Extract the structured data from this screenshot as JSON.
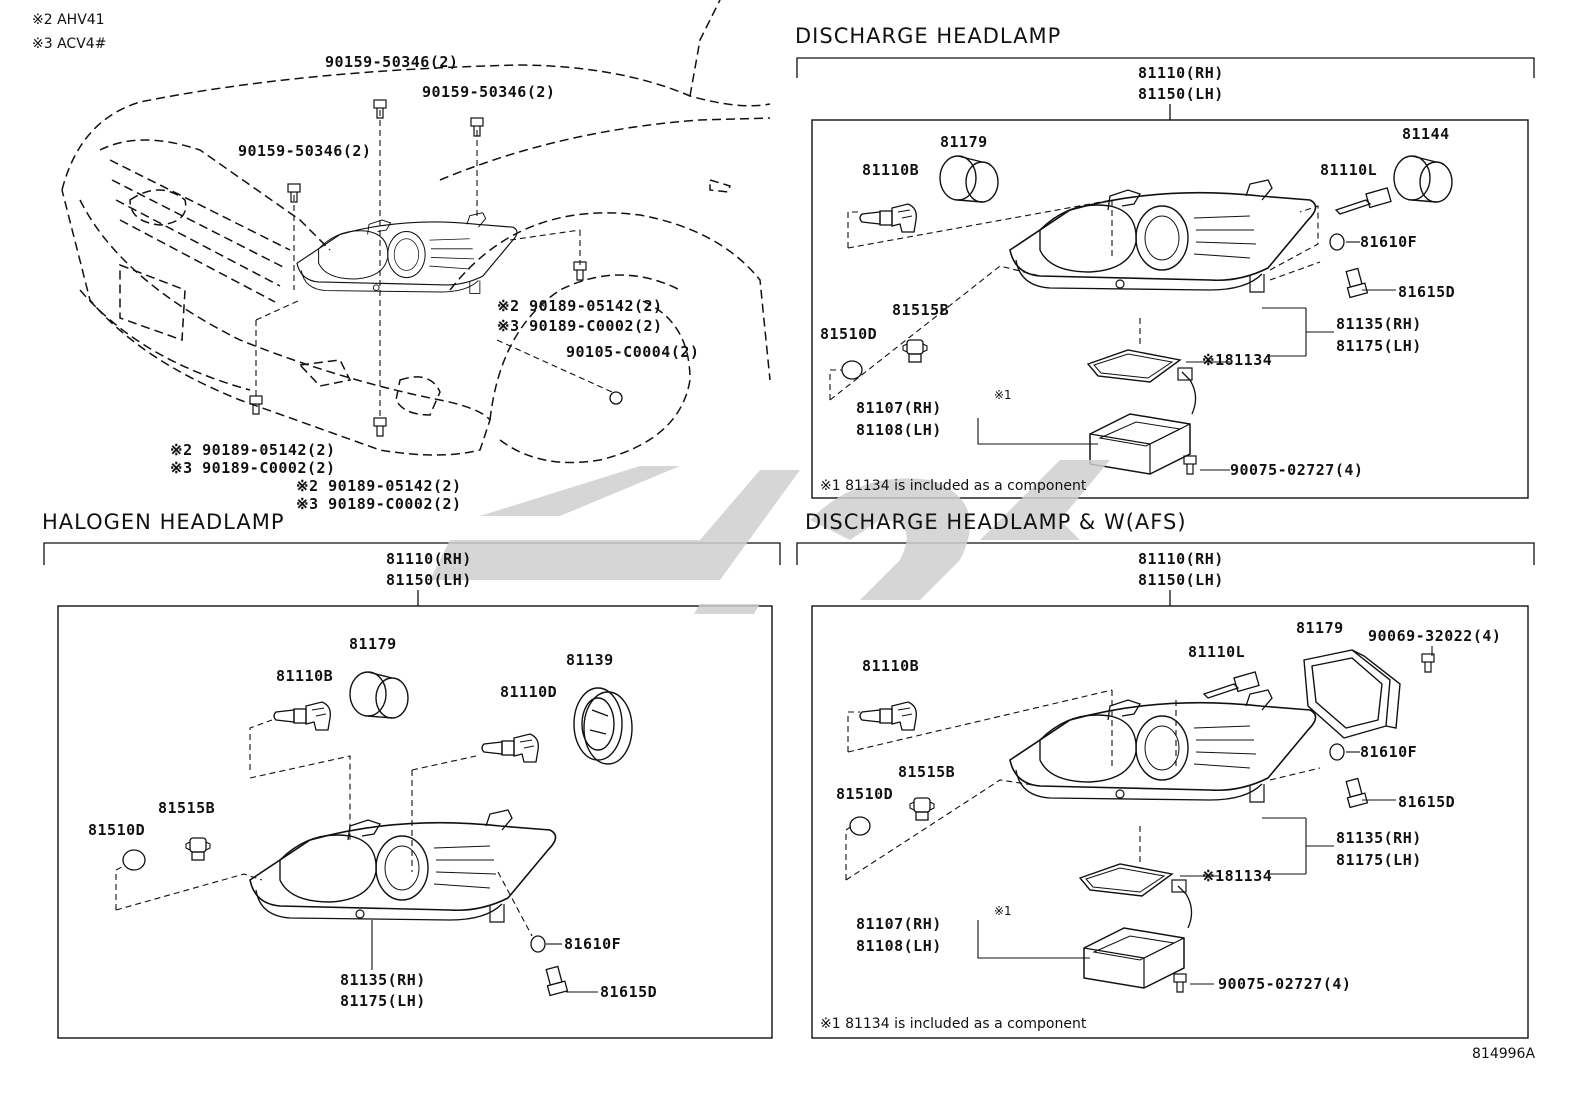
{
  "notes": {
    "ahv41": "※2 AHV41",
    "acv4": "※3 ACV4#"
  },
  "car": {
    "bolt_a": "90159-50346(2)",
    "bolt_b": "90159-50346(2)",
    "bolt_c": "90159-50346(2)",
    "clip_r1": "※2 90189-05142(2)",
    "clip_r2": "※3 90189-C0002(2)",
    "screw": "90105-C0004(2)",
    "clip_l1": "※2 90189-05142(2)",
    "clip_l2": "※3 90189-C0002(2)",
    "clip_b1": "※2 90189-05142(2)",
    "clip_b2": "※3 90189-C0002(2)"
  },
  "discharge": {
    "title": "DISCHARGE HEADLAMP",
    "assy_rh": "81110(RH)",
    "assy_lh": "81150(LH)",
    "p81179": "81179",
    "p81144": "81144",
    "p81110b": "81110B",
    "p81110l": "81110L",
    "p81610f": "81610F",
    "p81615d": "81615D",
    "p81515b": "81515B",
    "p81510d": "81510D",
    "p81135": "81135(RH)",
    "p81175": "81175(LH)",
    "p81134": "※181134",
    "p81107": "81107(RH)",
    "p81108": "81108(LH)",
    "star1": "※1",
    "p90075": "90075-02727(4)",
    "footnote": "※1 81134 is included as a component"
  },
  "halogen": {
    "title": "HALOGEN HEADLAMP",
    "assy_rh": "81110(RH)",
    "assy_lh": "81150(LH)",
    "p81179": "81179",
    "p81139": "81139",
    "p81110b": "81110B",
    "p81110d": "81110D",
    "p81515b": "81515B",
    "p81510d": "81510D",
    "p81610f": "81610F",
    "p81615d": "81615D",
    "p81135": "81135(RH)",
    "p81175": "81175(LH)"
  },
  "afs": {
    "title": "DISCHARGE HEADLAMP & W(AFS)",
    "assy_rh": "81110(RH)",
    "assy_lh": "81150(LH)",
    "p81179": "81179",
    "p90069": "90069-32022(4)",
    "p81110b": "81110B",
    "p81110l": "81110L",
    "p81610f": "81610F",
    "p81615d": "81615D",
    "p81515b": "81515B",
    "p81510d": "81510D",
    "p81135": "81135(RH)",
    "p81175": "81175(LH)",
    "p81134": "※181134",
    "p81107": "81107(RH)",
    "p81108": "81108(LH)",
    "star1": "※1",
    "p90075": "90075-02727(4)",
    "footnote": "※1 81134 is included as a component"
  },
  "figure_id": "814996A",
  "colors": {
    "line": "#111111",
    "watermark": "#cfcfcf",
    "background": "#ffffff"
  }
}
